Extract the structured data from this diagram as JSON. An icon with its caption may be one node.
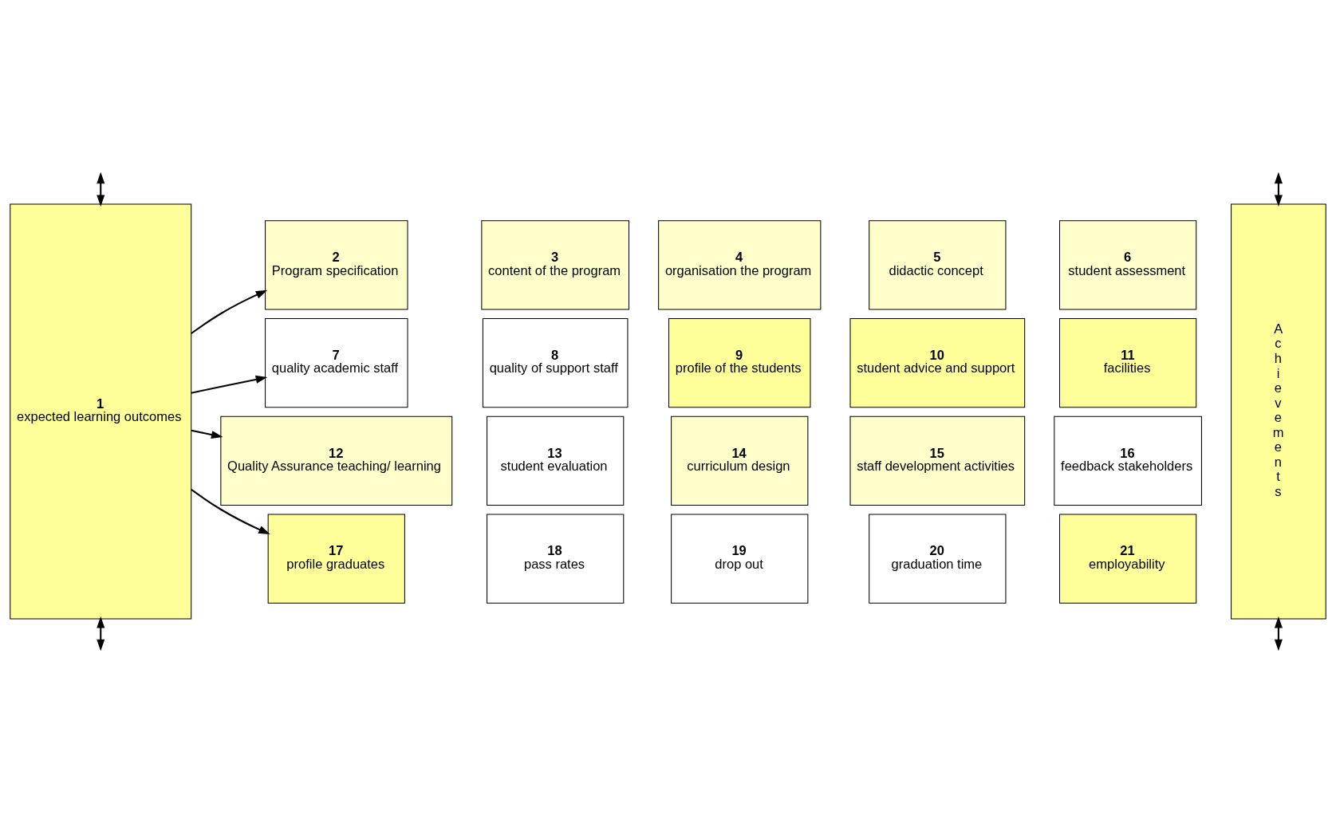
{
  "diagram": {
    "nodes": [
      {
        "text": [
          "1",
          "expected learning outcomes"
        ]
      },
      {
        "text": [
          "2",
          "Program specification"
        ]
      },
      {
        "text": [
          "3",
          "content of the program"
        ]
      },
      {
        "text": [
          "4",
          "organisation the program"
        ]
      },
      {
        "text": [
          "5",
          "didactic concept"
        ]
      },
      {
        "text": [
          "6",
          "student assessment"
        ]
      },
      {
        "text": [
          "7",
          "quality academic staff"
        ]
      },
      {
        "text": [
          "8",
          "quality of support staff"
        ]
      },
      {
        "text": [
          "9",
          "profile of the students"
        ]
      },
      {
        "text": [
          "10",
          "student advice and support"
        ]
      },
      {
        "text": [
          "11",
          "facilities"
        ]
      },
      {
        "text": [
          "12",
          "Quality Assurance teaching/ learning"
        ]
      },
      {
        "text": [
          "13",
          "student evaluation"
        ]
      },
      {
        "text": [
          "14",
          "curriculum design"
        ]
      },
      {
        "text": [
          "15",
          "staff development activities"
        ]
      },
      {
        "text": [
          "16",
          "feedback stakeholders"
        ]
      },
      {
        "text": [
          "17",
          "profile graduates"
        ]
      },
      {
        "text": [
          "18",
          "pass rates"
        ]
      },
      {
        "text": [
          "19",
          "drop out"
        ]
      },
      {
        "text": [
          "20",
          "graduation time"
        ]
      },
      {
        "text": [
          "21",
          "employability"
        ]
      },
      {
        "text": [
          "Achievements"
        ]
      }
    ],
    "edges": [
      {
        "from": null,
        "to": 0,
        "arrow": "both"
      },
      {
        "from": 0,
        "to": null,
        "arrow": "both"
      },
      {
        "from": null,
        "to": 21,
        "arrow": "both"
      },
      {
        "from": 21,
        "to": null,
        "arrow": "both"
      },
      {
        "from": 0,
        "to": 1,
        "arrow": "to"
      },
      {
        "from": 0,
        "to": 6,
        "arrow": "to"
      },
      {
        "from": 0,
        "to": 11,
        "arrow": "to"
      },
      {
        "from": 0,
        "to": 16,
        "arrow": "to"
      }
    ]
  }
}
